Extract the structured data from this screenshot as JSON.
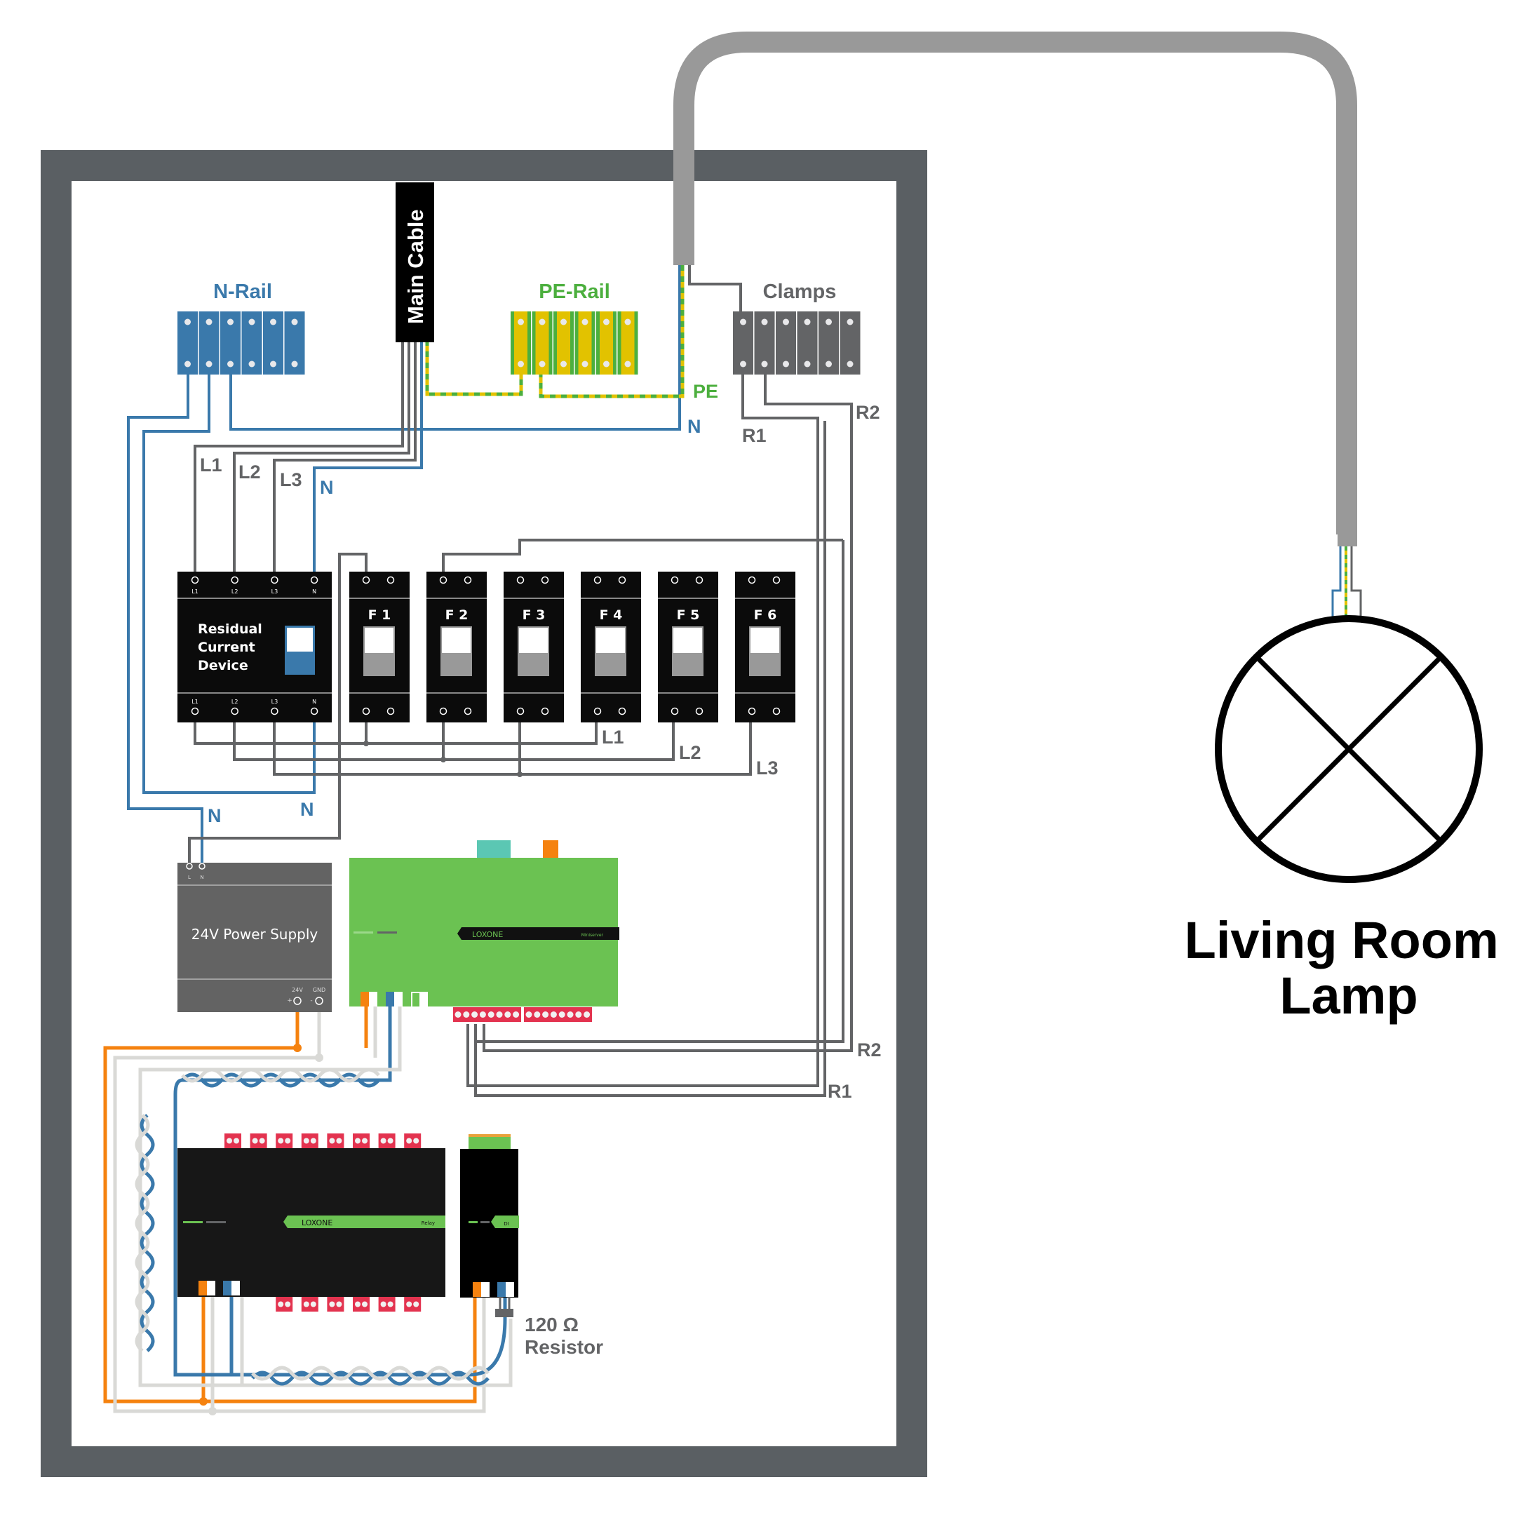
{
  "colors": {
    "enclosure": "#5a5f63",
    "cable_sheath": "#999999",
    "neutral_blue": "#3a79ab",
    "pe_green": "#4caf3e",
    "pe_yellow": "#e2c200",
    "phase_grey": "#636466",
    "bus_orange": "#f5820f",
    "bus_light": "#d9d9d6",
    "miniserver_green": "#6bc252",
    "terminal_red": "#e3334f",
    "device_black": "#0b0b0b",
    "psu_grey": "#636363"
  },
  "labels": {
    "n_rail": "N-Rail",
    "pe_rail": "PE-Rail",
    "clamps": "Clamps",
    "main_cable": "Main Cable",
    "lamp_line1": "Living Room",
    "lamp_line2": "Lamp",
    "resistor_line1": "120 Ω",
    "resistor_line2": "Resistor"
  },
  "wire_labels": {
    "pe": "PE",
    "n_top": "N",
    "r1_top": "R1",
    "r2_top": "R2",
    "l1": "L1",
    "l2": "L2",
    "l3": "L3",
    "n_rcd": "N",
    "l1_out": "L1",
    "l2_out": "L2",
    "l3_out": "L3",
    "n_psu": "N",
    "n_rcd_out": "N",
    "r2_bottom": "R2",
    "r1_bottom": "R1"
  },
  "rcd": {
    "title_line1": "Residual",
    "title_line2": "Current",
    "title_line3": "Device",
    "terminals": [
      "L1",
      "L2",
      "L3",
      "N"
    ]
  },
  "breakers": [
    "F 1",
    "F 2",
    "F 3",
    "F 4",
    "F 5",
    "F 6"
  ],
  "power_supply": {
    "title": "24V Power Supply",
    "in_l": "L",
    "in_n": "N",
    "out_24v": "24V",
    "out_gnd": "GND",
    "plus": "+",
    "minus": "-"
  },
  "miniserver": {
    "brand": "LOXONE",
    "model": "Miniserver"
  },
  "relay_extension": {
    "brand": "LOXONE",
    "model": "Relay"
  },
  "di_extension": {
    "model": "DI"
  }
}
